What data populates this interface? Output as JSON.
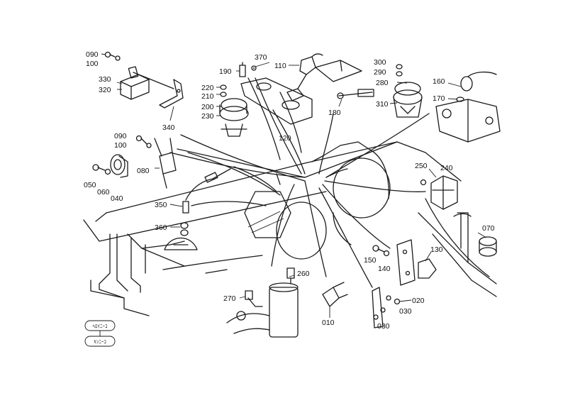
{
  "labels": {
    "p090a": "090",
    "p100a": "100",
    "p330": "330",
    "p320": "320",
    "p370": "370",
    "p190": "190",
    "p110": "110",
    "p220": "220",
    "p210": "210",
    "p200": "200",
    "p230": "230",
    "p300": "300",
    "p290": "290",
    "p280": "280",
    "p310": "310",
    "p160": "160",
    "p170": "170",
    "p180": "180",
    "p340": "340",
    "p120": "120",
    "p090b": "090",
    "p100b": "100",
    "p080": "080",
    "p050": "050",
    "p060": "060",
    "p040": "040",
    "p350": "350",
    "p360": "360",
    "p250": "250",
    "p240": "240",
    "p070": "070",
    "p130": "130",
    "p150": "150",
    "p140": "140",
    "p260": "260",
    "p270": "270",
    "p010": "010",
    "p020": "020",
    "p030a": "030",
    "p030b": "030"
  },
  "stamps": {
    "top": "ﾍﾛｲﾆｰｺ",
    "bottom": "ｷﾝﾆｰｺ"
  }
}
